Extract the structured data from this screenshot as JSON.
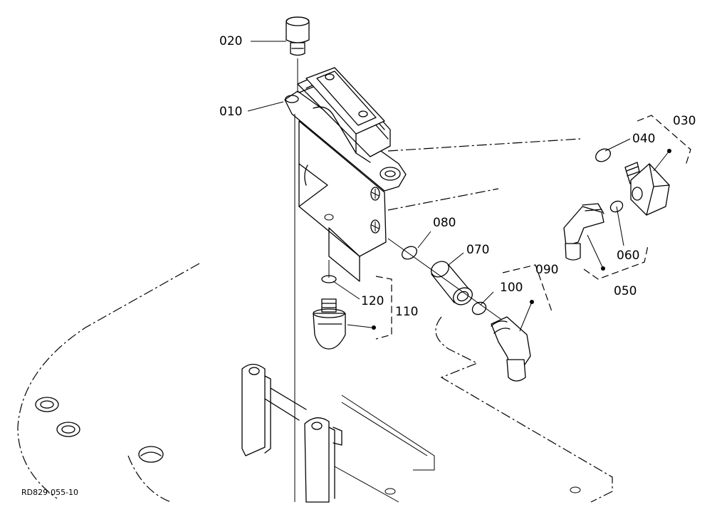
{
  "diagram": {
    "reference": "RD829-055-10",
    "callouts": [
      "010",
      "020",
      "030",
      "040",
      "050",
      "060",
      "070",
      "080",
      "090",
      "100",
      "110",
      "120"
    ]
  }
}
